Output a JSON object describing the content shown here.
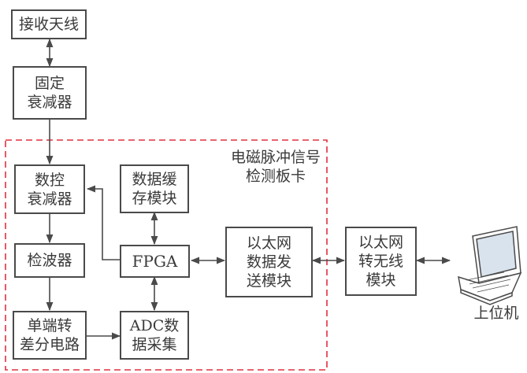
{
  "diagram": {
    "region_label": "电磁脉冲信号\n检测板卡",
    "nodes": {
      "antenna": "接收天线",
      "fixed_attenuator": "固定\n衰减器",
      "digital_attenuator": "数控\n衰减器",
      "detector": "检波器",
      "single_to_diff": "单端转\n差分电路",
      "data_cache": "数据缓\n存模块",
      "fpga": "FPGA",
      "adc": "ADC数\n据采集",
      "ethernet_tx": "以太网\n数据发\n送模块",
      "eth_wireless": "以太网\n转无线\n模块",
      "host": "上位机"
    },
    "colors": {
      "line": "#4a4a4a",
      "region_border": "#e0303f"
    }
  }
}
